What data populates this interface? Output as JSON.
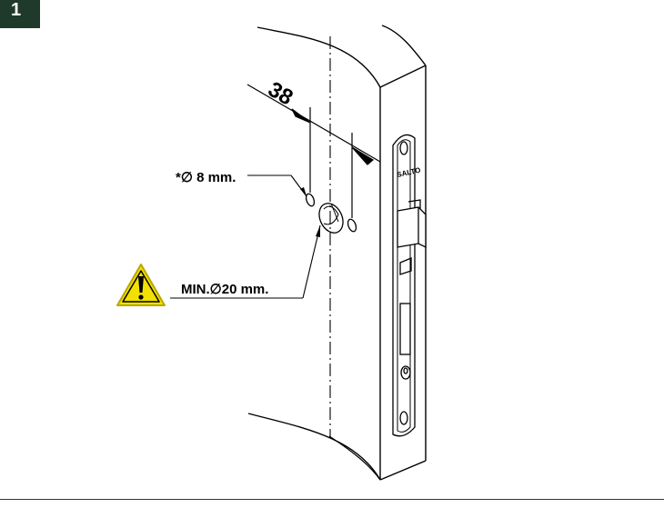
{
  "step": {
    "number": "1"
  },
  "dimension": {
    "value": "38"
  },
  "callouts": {
    "hole_small": "*∅ 8 mm.",
    "hole_large": "MIN.∅20 mm."
  },
  "lock": {
    "brand": "SALTO"
  },
  "colors": {
    "badge_bg": "#1f3a2a",
    "warning_yellow": "#f2e000",
    "line": "#000000"
  },
  "icons": {
    "warning": "warning-triangle-icon"
  }
}
